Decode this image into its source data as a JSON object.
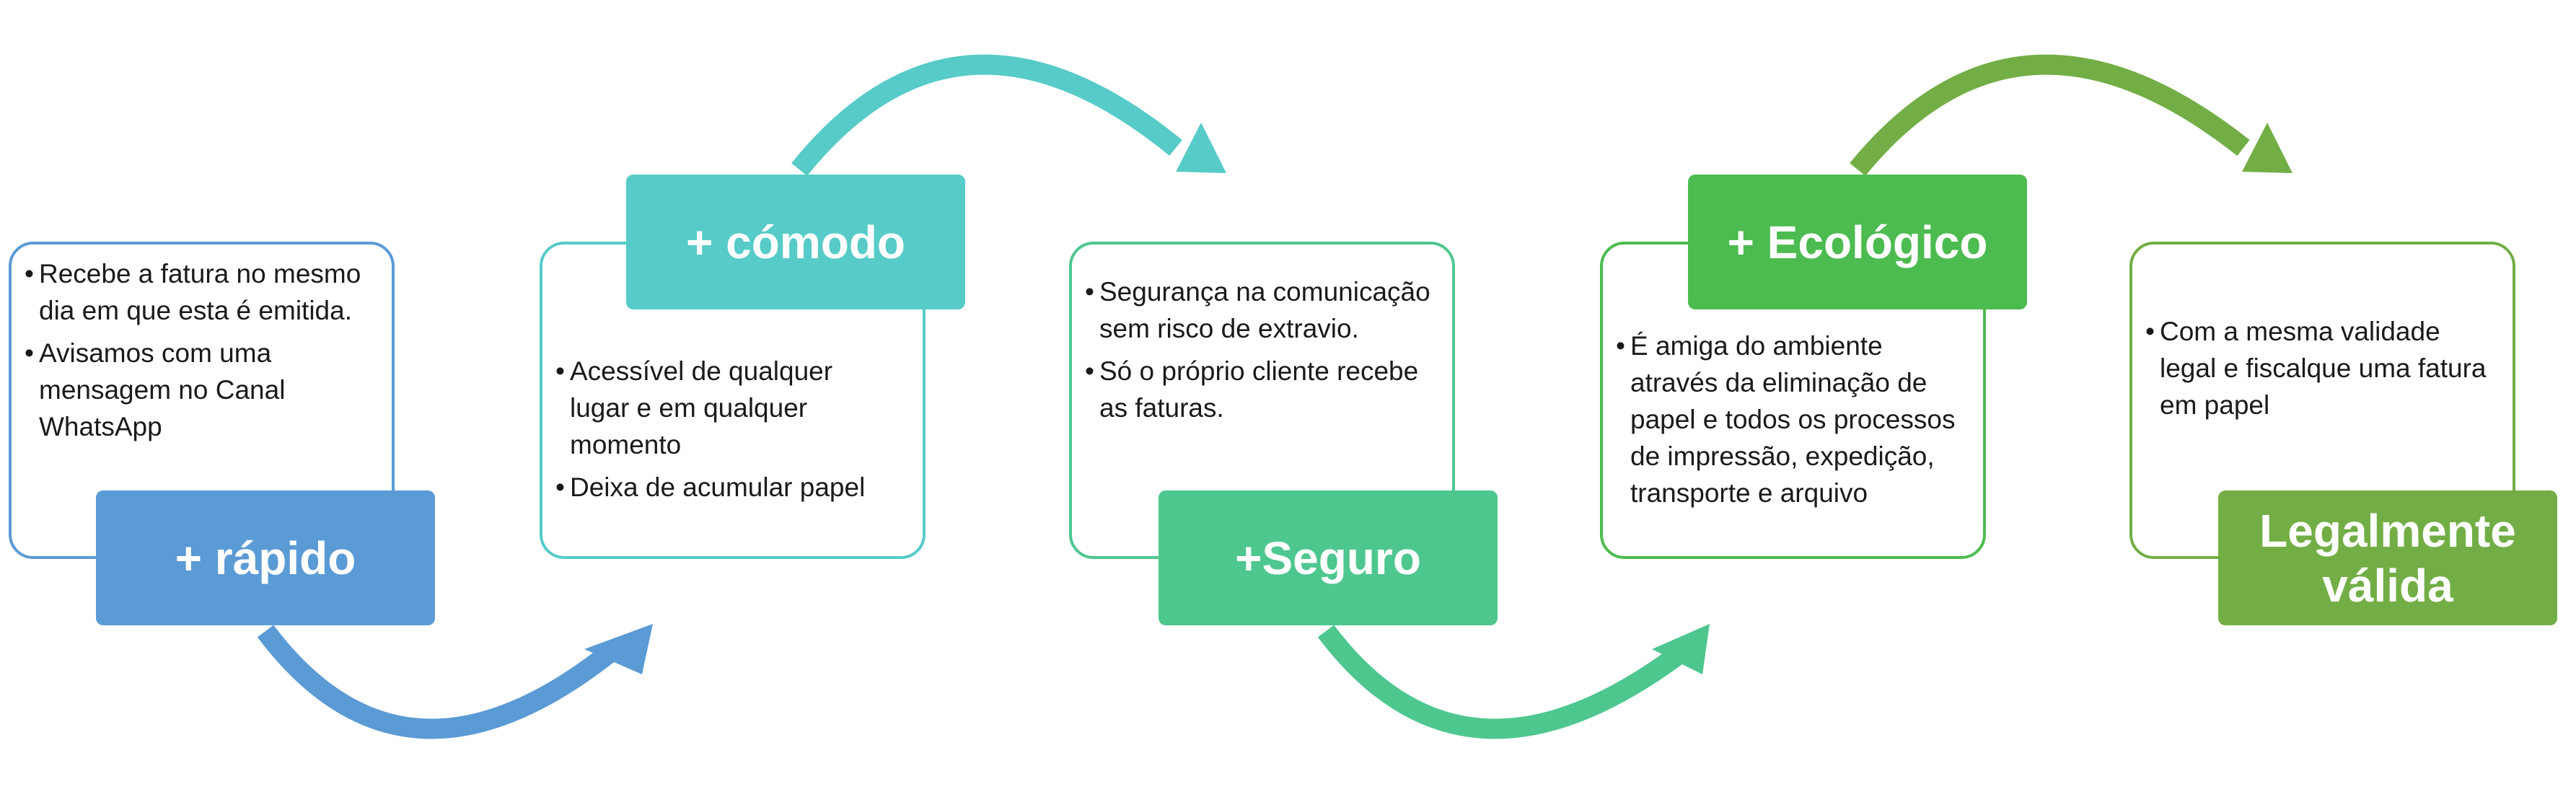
{
  "colors": {
    "blue": "#5b9bd5",
    "teal": "#56cbc8",
    "teal_green": "#4ec78f",
    "green": "#4cbb50",
    "olive_green": "#72ae45"
  },
  "stages": [
    {
      "label": "+ rápido",
      "bullets": [
        "Recebe a fatura no mesmo dia em que esta é emitida.",
        "Avisamos com uma mensagem no Canal WhatsApp"
      ]
    },
    {
      "label": "+ cómodo",
      "bullets": [
        "Acessível de qualquer lugar e em qualquer momento",
        "Deixa de acumular papel"
      ]
    },
    {
      "label": "+Seguro",
      "bullets": [
        "Segurança na comunicação sem risco de extravio.",
        " Só o próprio cliente recebe as faturas."
      ]
    },
    {
      "label": "+ Ecológico",
      "bullets": [
        "É amiga do ambiente através da eliminação de papel e todos os processos de impressão, expedição, transporte e arquivo"
      ]
    },
    {
      "label": "Legalmente válida",
      "bullets": [
        "Com a mesma validade legal e fiscalque uma fatura em papel"
      ]
    }
  ]
}
